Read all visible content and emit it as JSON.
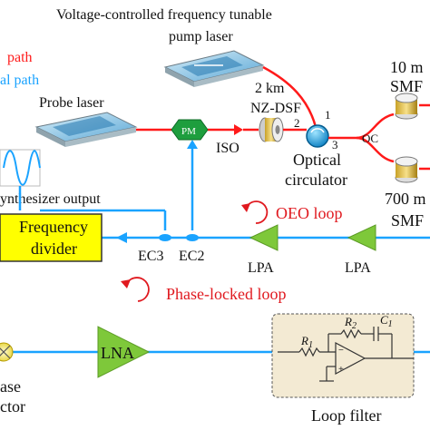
{
  "colors": {
    "optical": "#ff1a1a",
    "electrical": "#1aa3ff",
    "loop_red": "#e0191f",
    "amp_green": "#7ec83a",
    "pm_green": "#1e9e3e",
    "divider_yellow": "#ffff00",
    "filter_box": "#f3ead3"
  },
  "legend": {
    "optical_path": "path",
    "electrical_path": "al path"
  },
  "labels": {
    "pump_title_line1": "Voltage-controlled frequency tunable",
    "pump_title_line2": "pump laser",
    "probe_laser": "Probe laser",
    "synth_output": "ynthesizer output",
    "pm": "PM",
    "iso": "ISO",
    "fiber_line1": "2 km",
    "fiber_line2": "NZ-DSF",
    "port1": "1",
    "port2": "2",
    "port3": "3",
    "circulator_line1": "Optical",
    "circulator_line2": "circulator",
    "oc": "OC",
    "smf_top_line1": "10 m",
    "smf_top_line2": "SMF",
    "smf_bottom_line1": "700 m",
    "smf_bottom_line2": "SMF",
    "freq_divider_line1": "Frequency",
    "freq_divider_line2": "divider",
    "ec3": "EC3",
    "ec2": "EC2",
    "oeo_loop": "OEO loop",
    "lpa_left": "LPA",
    "lpa_right": "LPA",
    "pll": "Phase-locked loop",
    "lna": "LNA",
    "r1": "R",
    "r1_sub": "1",
    "r2": "R",
    "r2_sub": "2",
    "c1": "C",
    "c1_sub": "1",
    "loop_filter": "Loop filter",
    "detector_line1": "ase",
    "detector_line2": "ctor"
  }
}
